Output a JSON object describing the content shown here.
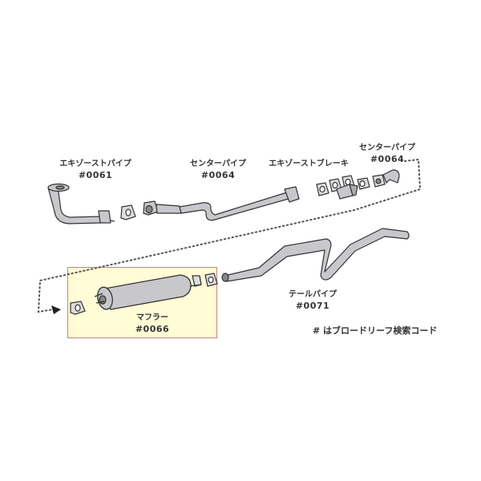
{
  "diagram": {
    "title": "",
    "colors": {
      "pipe_fill": "#c8c8cc",
      "pipe_stroke": "#333333",
      "highlight_fill": "#fffcd6",
      "highlight_border": "#c9847a",
      "dotted_line": "#555555",
      "text": "#333333"
    },
    "parts": [
      {
        "name": "エキゾーストパイプ",
        "code": "#0061"
      },
      {
        "name": "センターパイプ",
        "code": "#0064"
      },
      {
        "name": "エキゾーストブレーキ",
        "code": ""
      },
      {
        "name": "センターパイプ",
        "code": "#0064"
      },
      {
        "name": "マフラー",
        "code": "#0066",
        "highlighted": true
      },
      {
        "name": "テールパイプ",
        "code": "#0071"
      }
    ],
    "note": "# はブロードリーフ検索コード"
  }
}
